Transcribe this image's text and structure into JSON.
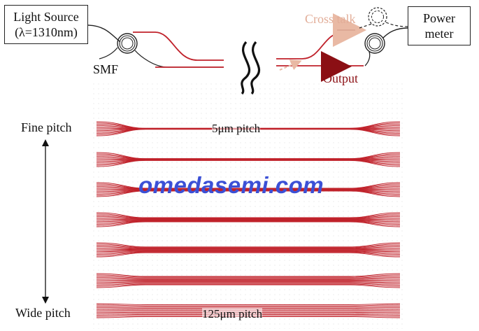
{
  "setup": {
    "source_box": {
      "line1": "Light Source",
      "line2": "(λ=1310nm)"
    },
    "fiber_label": "SMF",
    "meter_box": {
      "line1": "Power",
      "line2": "meter"
    },
    "crosstalk_label": "Cross talk",
    "output_label": "Output"
  },
  "array": {
    "fine_label": "Fine pitch",
    "wide_label": "Wide pitch",
    "top_pitch_label": "5μm pitch",
    "bottom_pitch_label": "125μm pitch",
    "row_count": 7
  },
  "watermark": "omedasemi.com",
  "colors": {
    "waveguide": "#c0222b",
    "crosstalk": "#e9b9a4",
    "output_arrow": "#8b0f14",
    "watermark": "#3b50d6"
  }
}
